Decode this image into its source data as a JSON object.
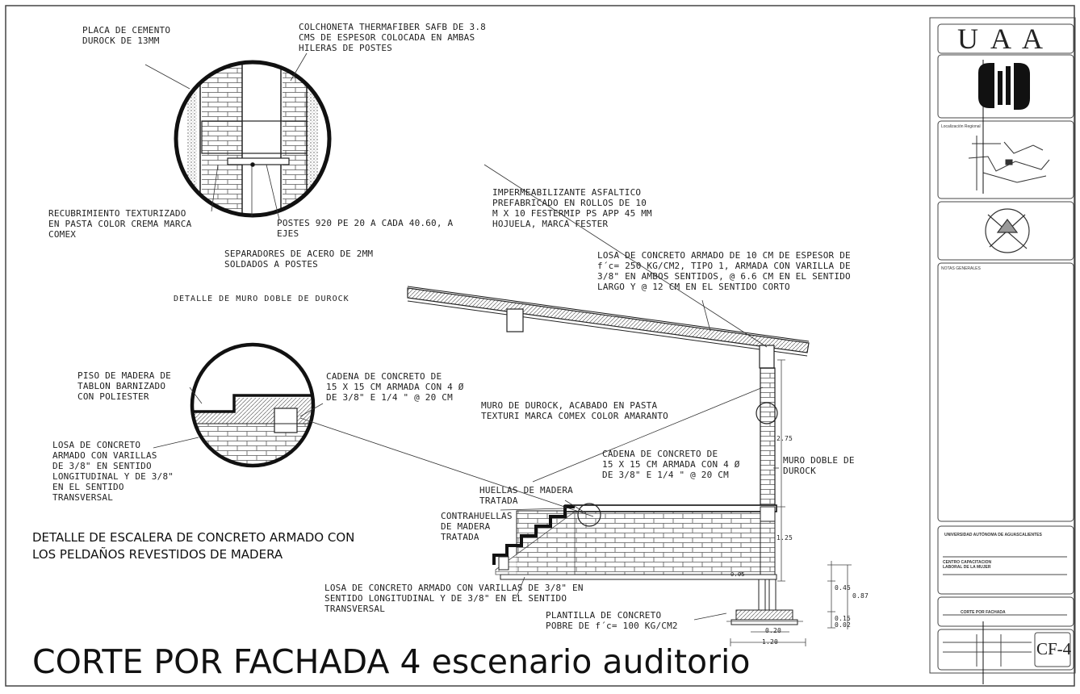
{
  "title": "CORTE POR FACHADA 4 escenario auditorio",
  "durock_detail": {
    "heading": "DETALLE DE MURO DOBLE DE DUROCK",
    "notes": {
      "placa": "PLACA DE CEMENTO\nDUROCK DE 13MM",
      "colchoneta": "COLCHONETA THERMAFIBER SAFB DE 3.8\nCMS DE ESPESOR COLOCADA EN AMBAS\nHILERAS DE POSTES",
      "recubrimiento": "RECUBRIMIENTO TEXTURIZADO\nEN PASTA COLOR CREMA MARCA\nCOMEX",
      "postes": "POSTES 920 PE 20 A CADA 40.60, A\nEJES",
      "separadores": "SEPARADORES DE ACERO DE 2MM\nSOLDADOS A POSTES"
    }
  },
  "section_notes": {
    "impermeabilizante": "IMPERMEABILIZANTE ASFALTICO\nPREFABRICADO EN ROLLOS DE 10\nM X 10  FESTERMIP PS APP 45 MM\nHOJUELA, MARCA FESTER",
    "losa_techo": "LOSA DE CONCRETO ARMADO DE 10 CM DE ESPESOR DE\nf´c= 250 KG/CM2, TIPO 1, ARMADA CON  VARILLA DE\n3/8\" EN AMBOS SENTIDOS, @ 6.6 CM EN EL SENTIDO\nLARGO Y  @ 12 CM EN EL SENTIDO CORTO",
    "muro_durock": "MURO DE DUROCK, ACABADO EN PASTA\nTEXTURI MARCA COMEX COLOR AMARANTO",
    "cadena_2": "CADENA  DE CONCRETO  DE\n15 X 15 CM ARMADA CON  4 Ø\nDE 3/8\"  E 1/4 \" @ 20 CM",
    "muro_doble": "MURO DOBLE DE\nDUROCK",
    "huellas": "HUELLAS DE MADERA\nTRATADA",
    "contrahuellas": "CONTRAHUELLAS\nDE MADERA\nTRATADA",
    "losa_piso": "LOSA DE CONCRETO ARMADO CON  VARILLAS DE 3/8\" EN\nSENTIDO  LONGITUDINAL Y DE 3/8\" EN EL SENTIDO\nTRANSVERSAL",
    "plantilla": "PLANTILLA DE CONCRETO\nPOBRE DE f´c= 100 KG/CM2"
  },
  "stair_detail": {
    "heading": "DETALLE DE ESCALERA DE CONCRETO ARMADO CON\nLOS PELDAÑOS REVESTIDOS DE MADERA",
    "notes": {
      "piso": "PISO DE MADERA DE\nTABLON BARNIZADO\nCON POLIESTER",
      "cadena": "CADENA  DE CONCRETO  DE\n15 X 15 CM ARMADA CON  4 Ø\nDE 3/8\"  E 1/4 \" @ 20 CM",
      "losa": "LOSA DE CONCRETO\nARMADO CON  VARILLAS\nDE 3/8\" EN SENTIDO\nLONGITUDINAL Y DE 3/8\"\nEN EL SENTIDO\nTRANSVERSAL"
    }
  },
  "dimensions": {
    "d1": "2.75",
    "d2": "1.25",
    "d3": "0.45",
    "d4": "0.87",
    "d5": "0.15",
    "d6": "0.02",
    "d7": "1.20",
    "d8": "0.20",
    "d9": "0.05"
  },
  "title_block": {
    "logo_text": "U A A",
    "location_label": "Localización Regional",
    "notes_label": "NOTAS GENERALES",
    "university": "UNIVERSIDAD AUTÓNOMA DE AGUASCALIENTES",
    "project": "CENTRO CAPACITACION\nLABORAL DE LA MUJER",
    "sheet_name": "CORTE POR FACHADA",
    "sheet_code": "CF-4"
  }
}
